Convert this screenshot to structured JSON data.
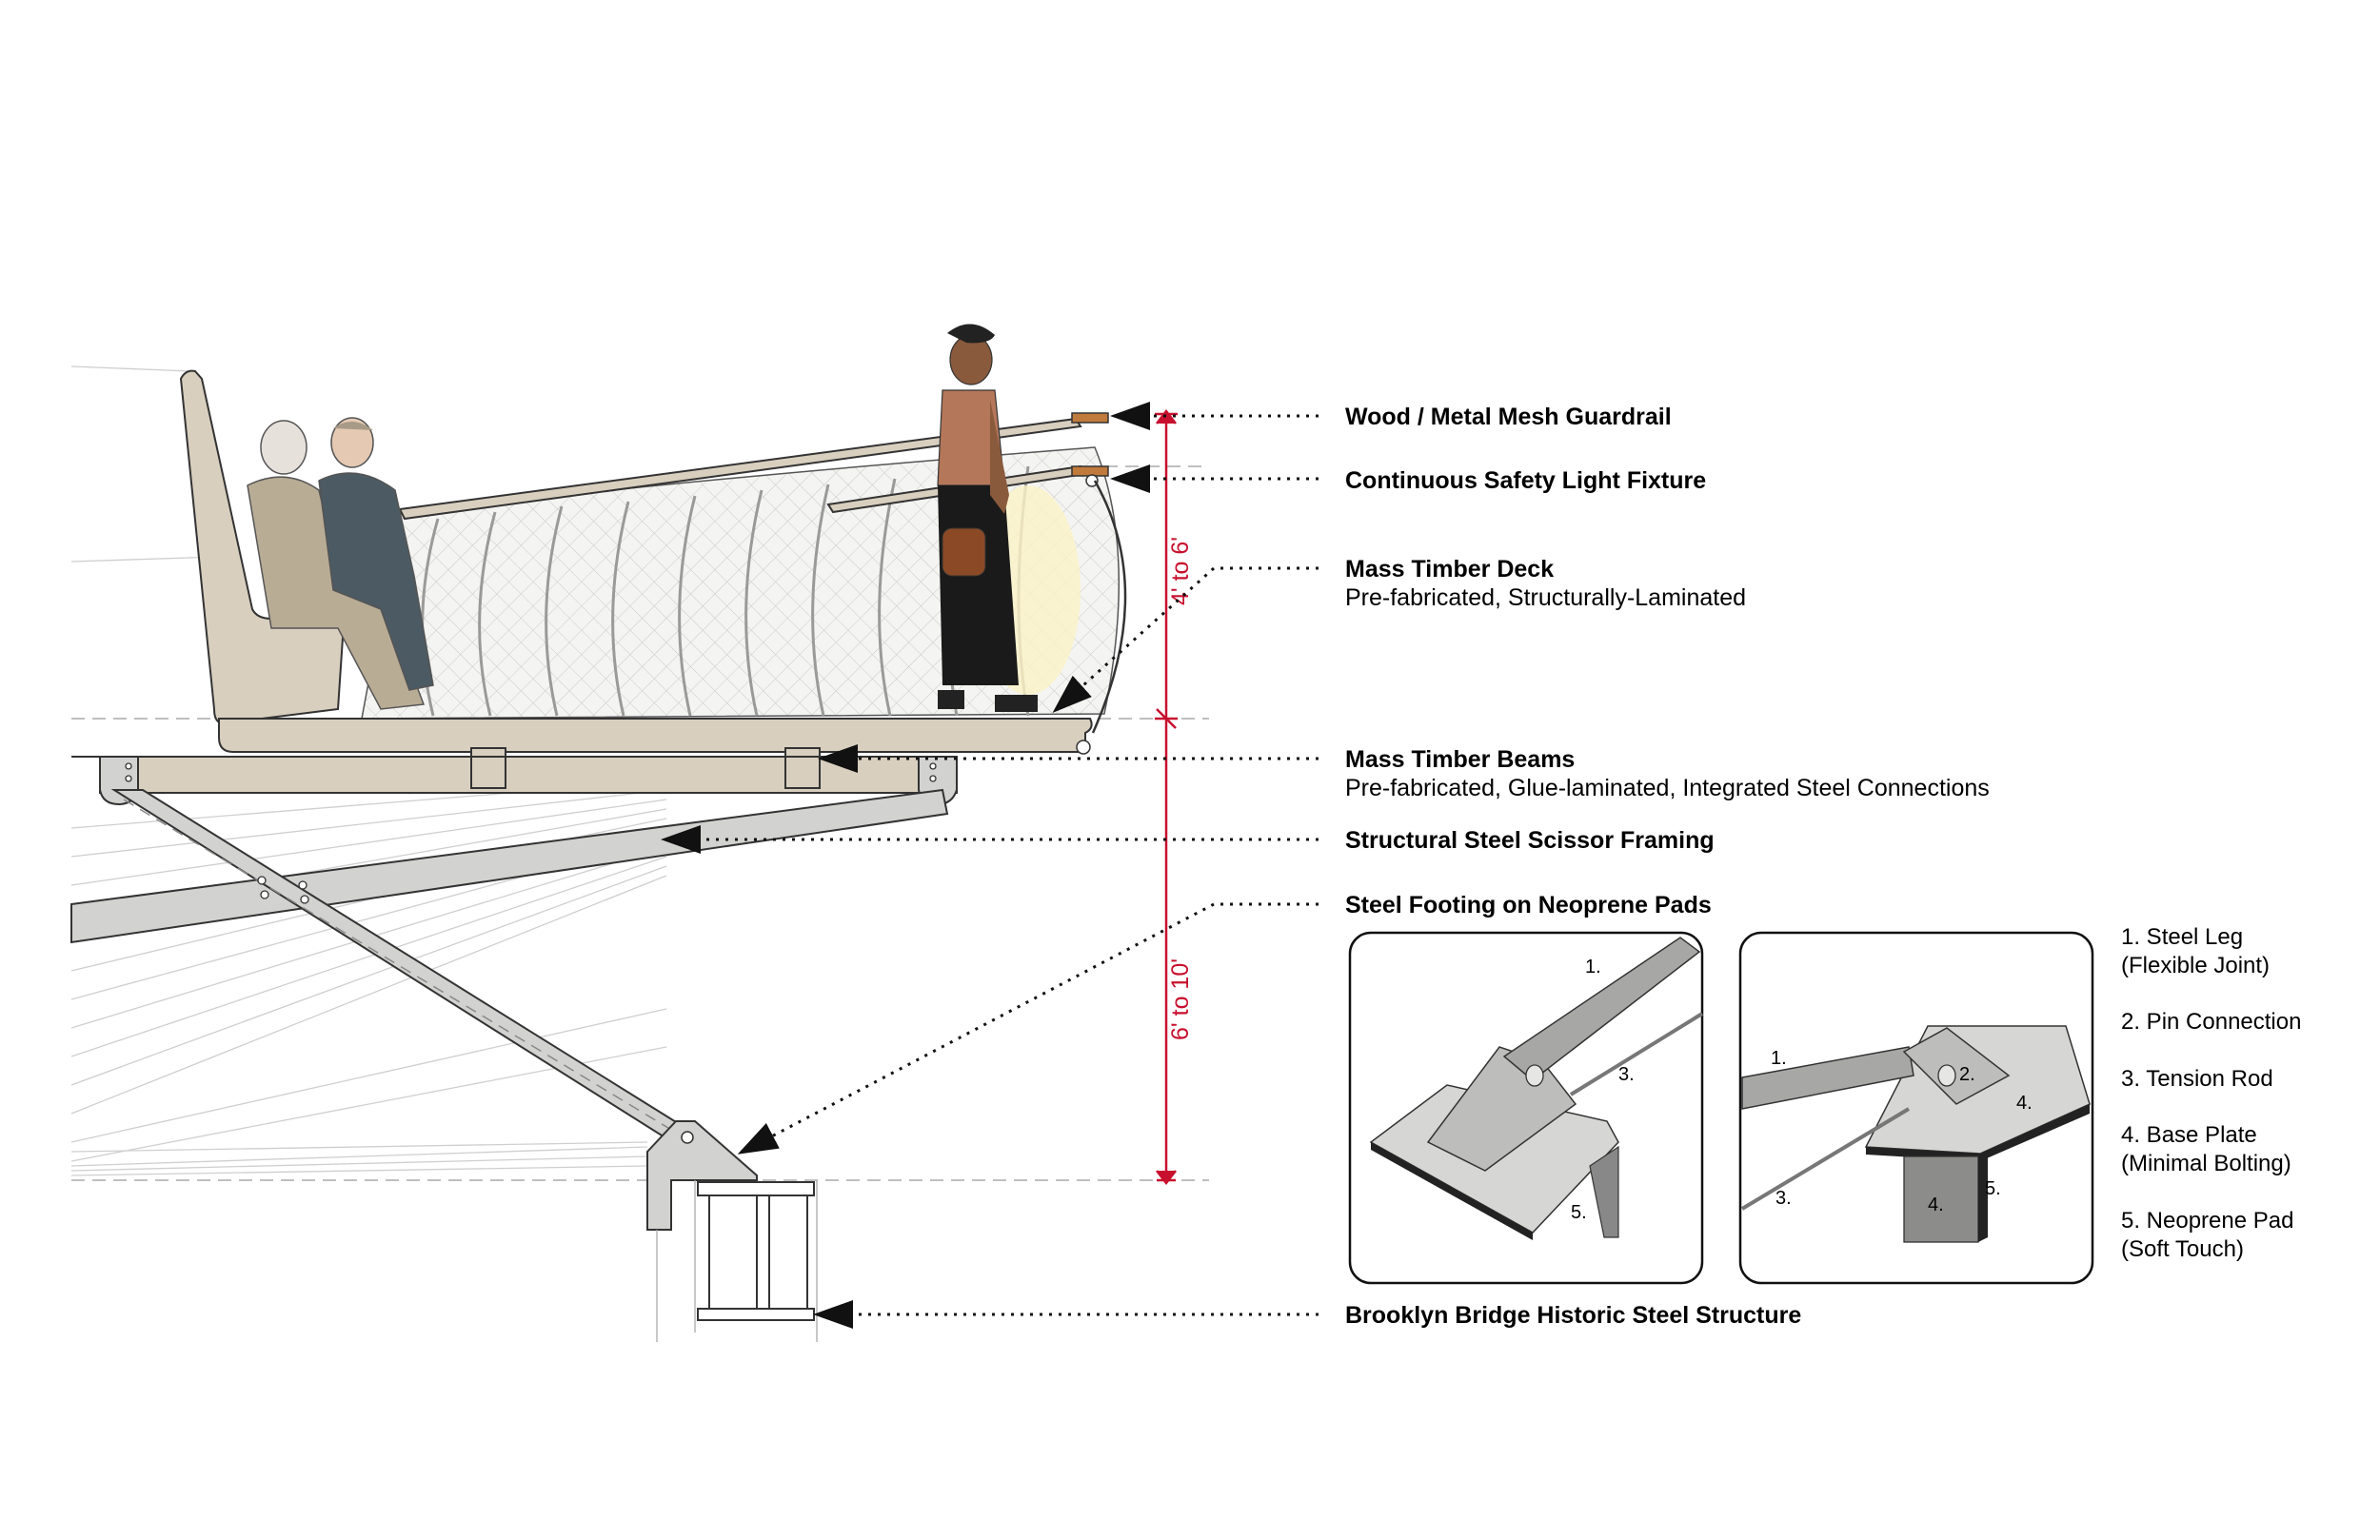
{
  "callouts": [
    {
      "id": "guardrail",
      "title": "Wood / Metal Mesh Guardrail",
      "subtitle": ""
    },
    {
      "id": "light",
      "title": "Continuous Safety Light Fixture",
      "subtitle": ""
    },
    {
      "id": "deck",
      "title": "Mass Timber Deck",
      "subtitle": "Pre-fabricated, Structurally-Laminated"
    },
    {
      "id": "beams",
      "title": "Mass Timber Beams",
      "subtitle": "Pre-fabricated, Glue-laminated, Integrated Steel Connections"
    },
    {
      "id": "scissor",
      "title": "Structural Steel Scissor Framing",
      "subtitle": ""
    },
    {
      "id": "footing",
      "title": "Steel Footing on Neoprene Pads",
      "subtitle": ""
    },
    {
      "id": "bridge",
      "title": "Brooklyn Bridge Historic Steel Structure",
      "subtitle": ""
    }
  ],
  "dimensions": {
    "upper": "4' to 6'",
    "lower": "6' to 10'"
  },
  "legend": [
    {
      "line1": "1. Steel Leg",
      "line2": "(Flexible Joint)"
    },
    {
      "line1": "2. Pin Connection",
      "line2": ""
    },
    {
      "line1": "3. Tension Rod",
      "line2": ""
    },
    {
      "line1": "4. Base Plate",
      "line2": "(Minimal Bolting)"
    },
    {
      "line1": "5. Neoprene Pad",
      "line2": "(Soft Touch)"
    }
  ],
  "detail_left_numbers": [
    "1.",
    "3.",
    "5."
  ],
  "detail_right_numbers": [
    "1.",
    "2.",
    "3.",
    "4.",
    "4.",
    "5."
  ],
  "colors": {
    "timber": "#d9cfbf",
    "timber_dark": "#b8ab97",
    "steel": "#d2d2d0",
    "steel_dark": "#9a9a98",
    "dimension": "#c8102e",
    "line": "#222222"
  }
}
